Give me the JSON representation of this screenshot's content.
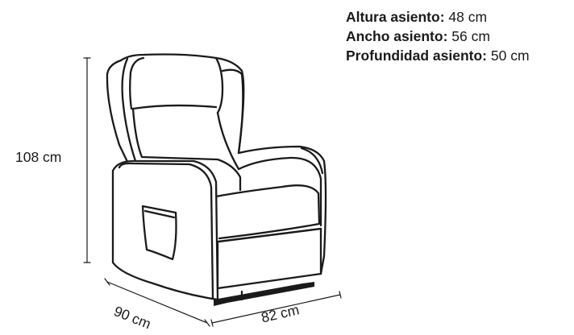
{
  "specs": [
    {
      "label": "Altura asiento:",
      "value": " 48 cm"
    },
    {
      "label": "Ancho asiento:",
      "value": " 56 cm"
    },
    {
      "label": "Profundidad asiento:",
      "value": " 50 cm"
    }
  ],
  "dimensions": {
    "height": "108 cm",
    "depth": "90 cm",
    "width": "82 cm"
  },
  "icon": "recliner-armchair-drawing"
}
